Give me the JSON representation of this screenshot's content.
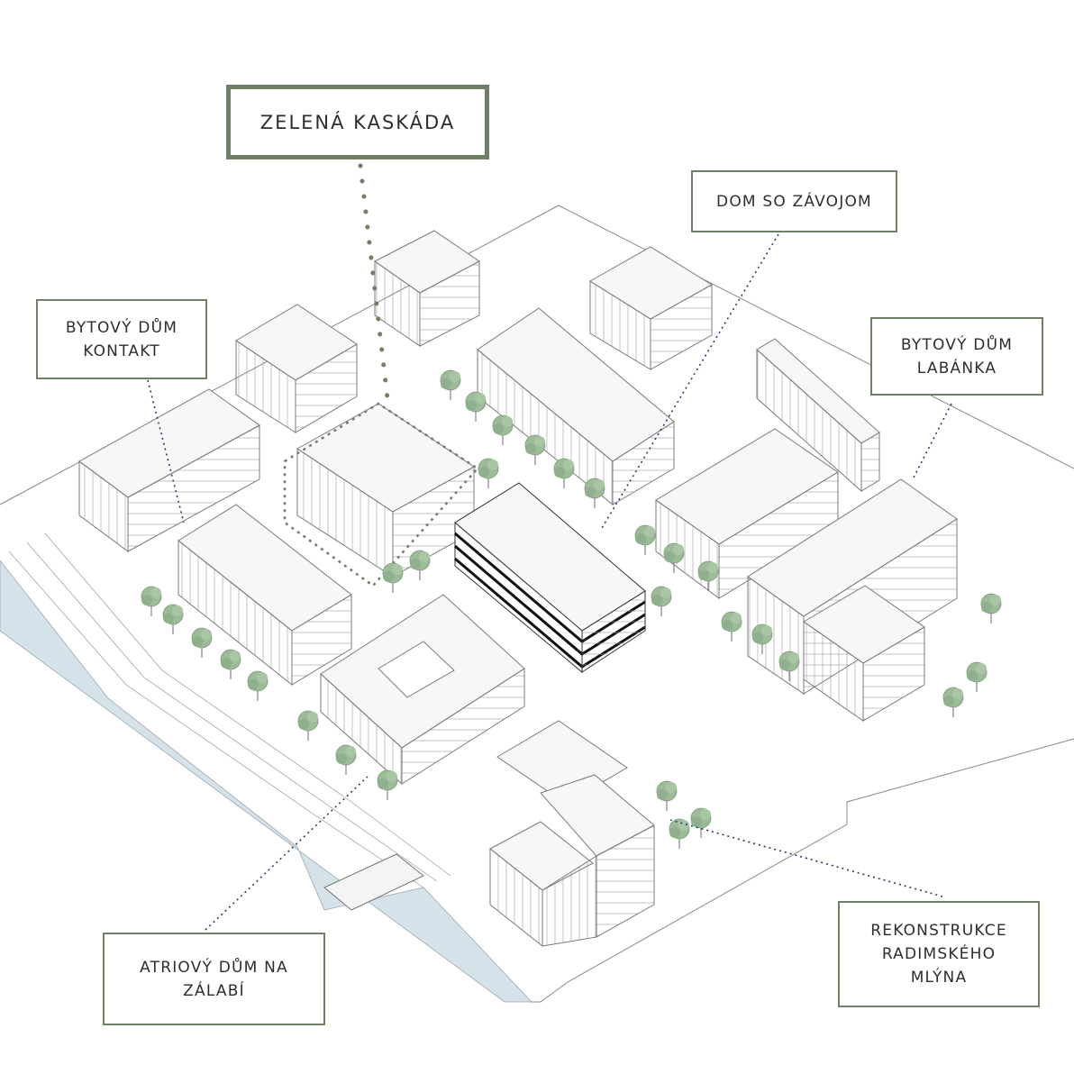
{
  "colors": {
    "accent_green": "#6f8066",
    "leader_blue": "#2b3a6b",
    "water": "#d6e2ea",
    "line": "#6b6b6b",
    "tree": "#8fb08d"
  },
  "labels": {
    "zelena_kaskada": "ZELENÁ KASKÁDA",
    "dom_so_zavojom": "DOM SO ZÁVOJOM",
    "kontakt": [
      "BYTOVÝ DŮM",
      "KONTAKT"
    ],
    "labanka": [
      "BYTOVÝ DŮM",
      "LABÁNKA"
    ],
    "atrium": [
      "ATRIOVÝ DŮM NA",
      "ZÁLABÍ"
    ],
    "mlyn": [
      "REKONSTRUKCE",
      "RADIMSKÉHO",
      "MLÝNA"
    ]
  }
}
